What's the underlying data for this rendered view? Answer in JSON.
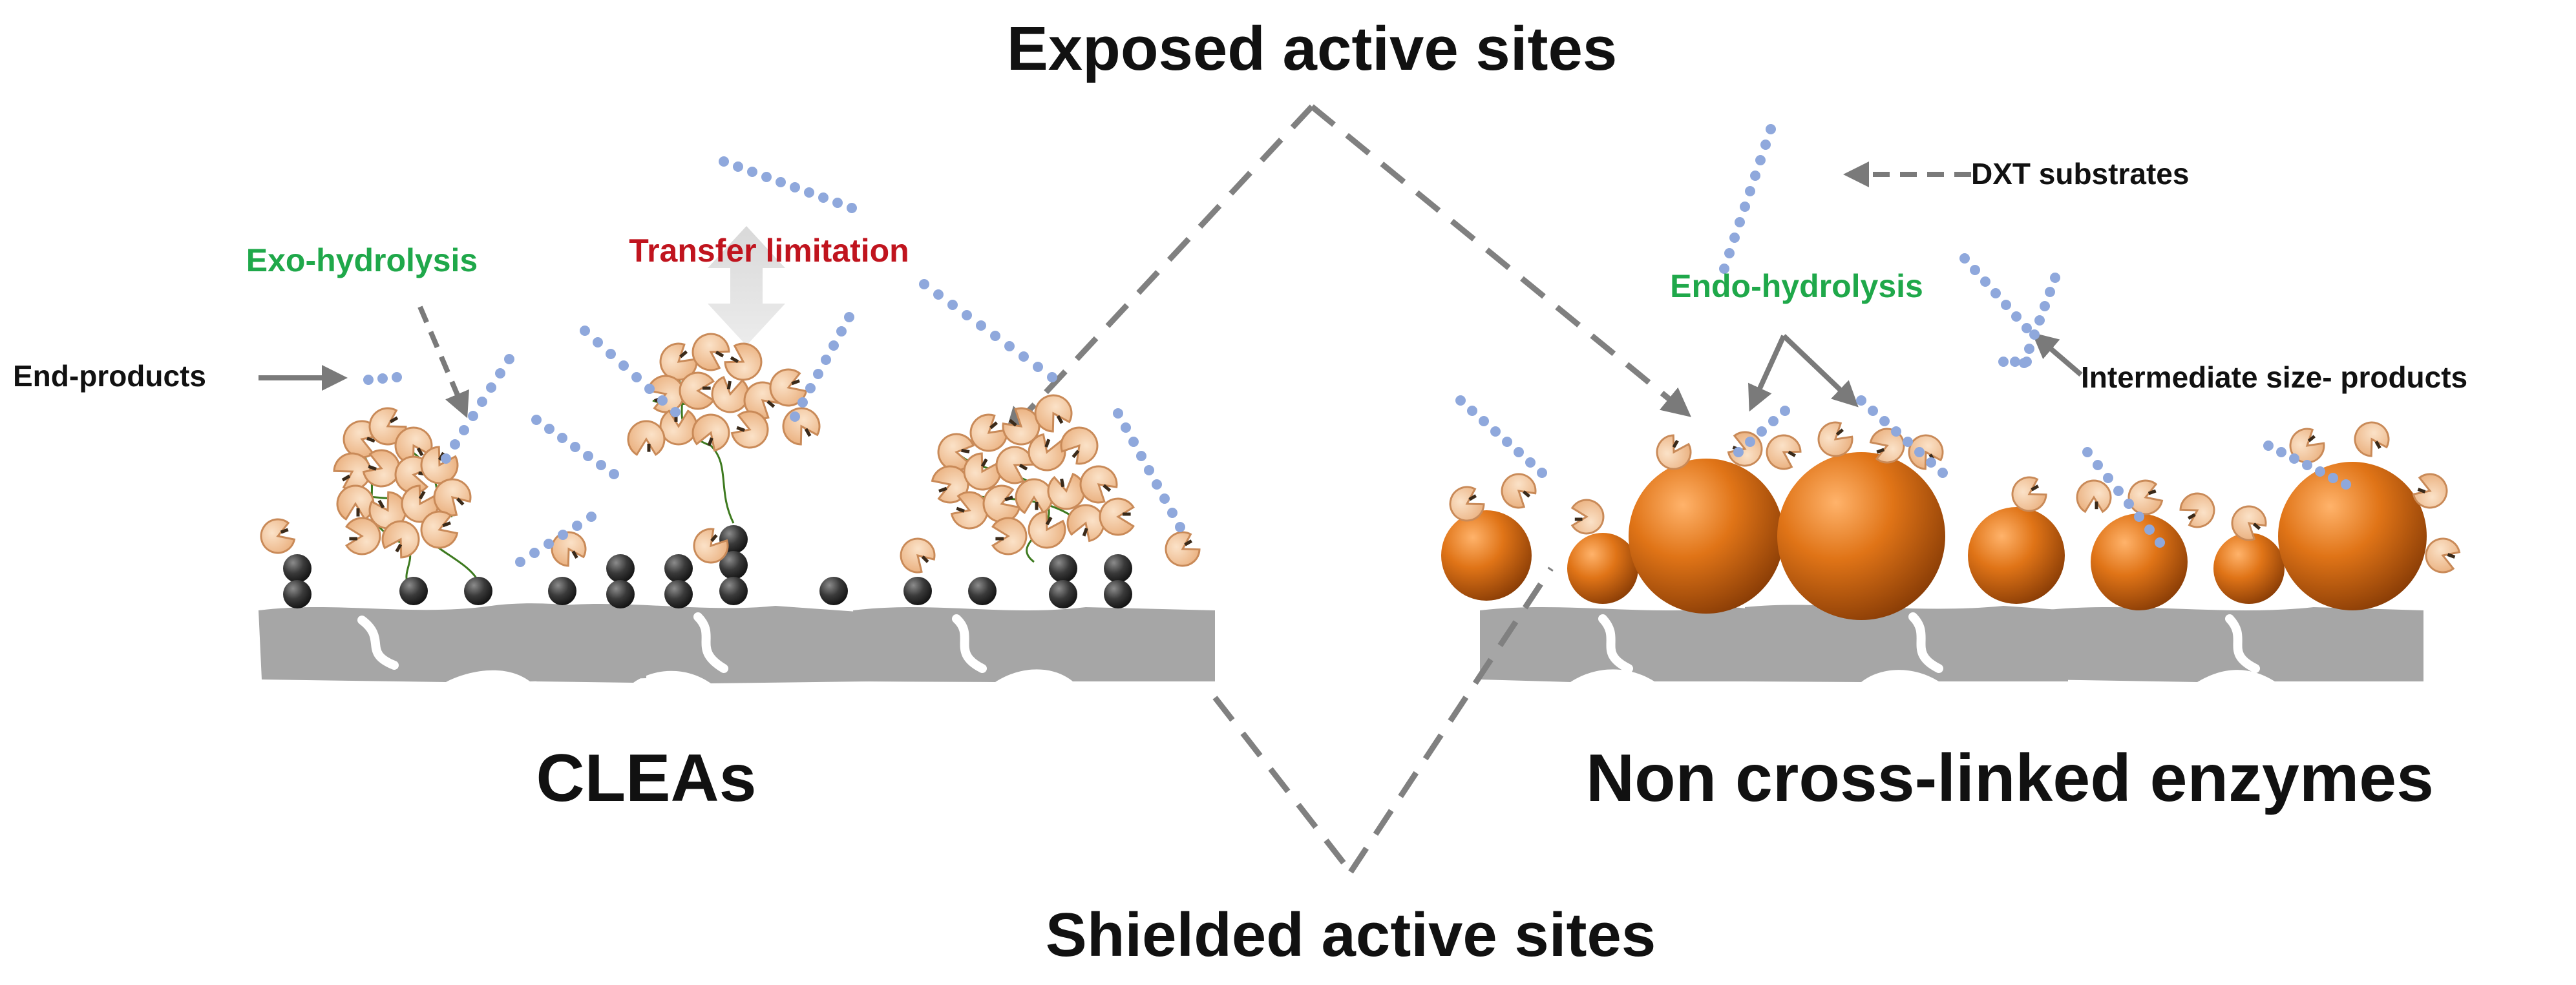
{
  "labels": {
    "exposed": "Exposed active sites",
    "shielded": "Shielded active sites",
    "cleas": "CLEAs",
    "noncross": "Non cross-linked enzymes",
    "exo": "Exo-hydrolysis",
    "endo": "Endo-hydrolysis",
    "transfer": "Transfer limitation",
    "endproducts": "End-products",
    "dxt": "DXT substrates",
    "intermediate": "Intermediate size- products"
  },
  "colors": {
    "green_label": "#1fa84a",
    "red_label": "#c0141e",
    "dark_label": "#111111",
    "support_gray": "#a6a6a6",
    "dashed_gray": "#808080",
    "substrate_blue": "#8fa8dc",
    "enzyme_orange": "#e07417",
    "enzyme_skin": "#f2c49a",
    "bead_dark": "#333333",
    "crosslink_green": "#3d7a1f"
  }
}
